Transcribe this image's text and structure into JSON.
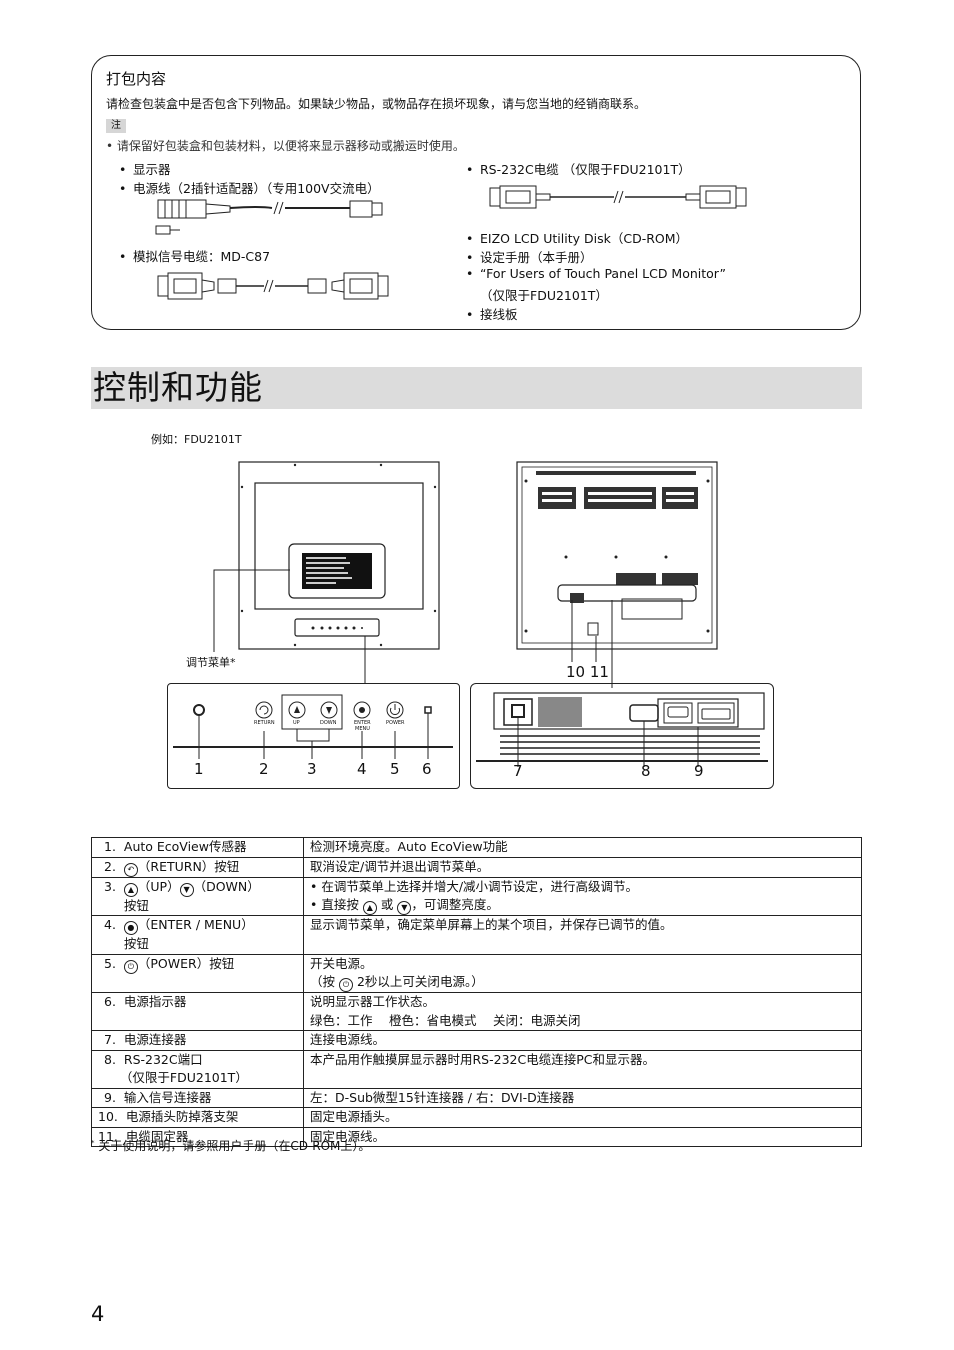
{
  "package": {
    "title": "打包内容",
    "intro": "请检查包装盒中是否包含下列物品。如果缺少物品，或物品存在损坏现象，请与您当地的经销商联系。",
    "note_tag": "注",
    "note": "•  请保留好包装盒和包装材料，以便将来显示器移动或搬运时使用。",
    "left_items": [
      "显示器",
      "电源线（2插针适配器）（专用100V交流电）",
      "模拟信号电缆：MD-C87"
    ],
    "right_items": [
      "RS-232C电缆 （仅限于FDU2101T）",
      "EIZO LCD Utility Disk（CD-ROM）",
      "设定手册（本手册）",
      "“For Users of Touch Panel LCD Monitor”",
      "（仅限于FDU2101T）",
      "接线板"
    ]
  },
  "section": {
    "title": "控制和功能",
    "example": "例如：FDU2101T"
  },
  "diagram": {
    "adjust_menu_label": "调节菜单*",
    "callout_10_11": "10 11",
    "front_numbers": [
      "1",
      "2",
      "3",
      "4",
      "5",
      "6"
    ],
    "rear_numbers": [
      "7",
      "8",
      "9"
    ],
    "button_labels": [
      "RETURN",
      "UP",
      "DOWN",
      "ENTER",
      "MENU",
      "POWER"
    ]
  },
  "table": {
    "rows": [
      {
        "num": "1.",
        "name": "Auto EcoView传感器",
        "desc": "检测环境亮度。Auto EcoView功能"
      },
      {
        "num": "2.",
        "name": "（RETURN）按钮",
        "desc": "取消设定/调节并退出调节菜单。"
      },
      {
        "num": "3.",
        "name": "（UP）",
        "name2": "（DOWN）",
        "name3": "按钮",
        "desc": "• 在调节菜单上选择并增大/减小调节设定，进行高级调节。",
        "desc2": "• 直接按",
        "desc3": "或",
        "desc4": "，可调整亮度。"
      },
      {
        "num": "4.",
        "name": "（ENTER / MENU）",
        "name2": "按钮",
        "desc": "显示调节菜单，确定菜单屏幕上的某个项目，并保存已调节的值。"
      },
      {
        "num": "5.",
        "name": "（POWER）按钮",
        "desc": "开关电源。",
        "desc2": "（按",
        "desc3": "2秒以上可关闭电源。）"
      },
      {
        "num": "6.",
        "name": "电源指示器",
        "desc": "说明显示器工作状态。",
        "desc2": "绿色：工作　  橙色：省电模式　  关闭：电源关闭"
      },
      {
        "num": "7.",
        "name": "电源连接器",
        "desc": "连接电源线。"
      },
      {
        "num": "8.",
        "name": "RS-232C端口",
        "name2": "（仅限于FDU2101T）",
        "desc": "本产品用作触摸屏显示器时用RS-232C电缆连接PC和显示器。"
      },
      {
        "num": "9.",
        "name": "输入信号连接器",
        "desc": "左：D-Sub微型15针连接器 / 右：DVI-D连接器"
      },
      {
        "num": "10.",
        "name": "电源插头防掉落支架",
        "desc": "固定电源插头。"
      },
      {
        "num": "11.",
        "name": "电缆固定器",
        "desc": "固定电源线。"
      }
    ]
  },
  "footnote": "关于使用说明，请参照用户手册（在CD-ROM上）。",
  "footnote_mark": "*",
  "page_number": "4"
}
